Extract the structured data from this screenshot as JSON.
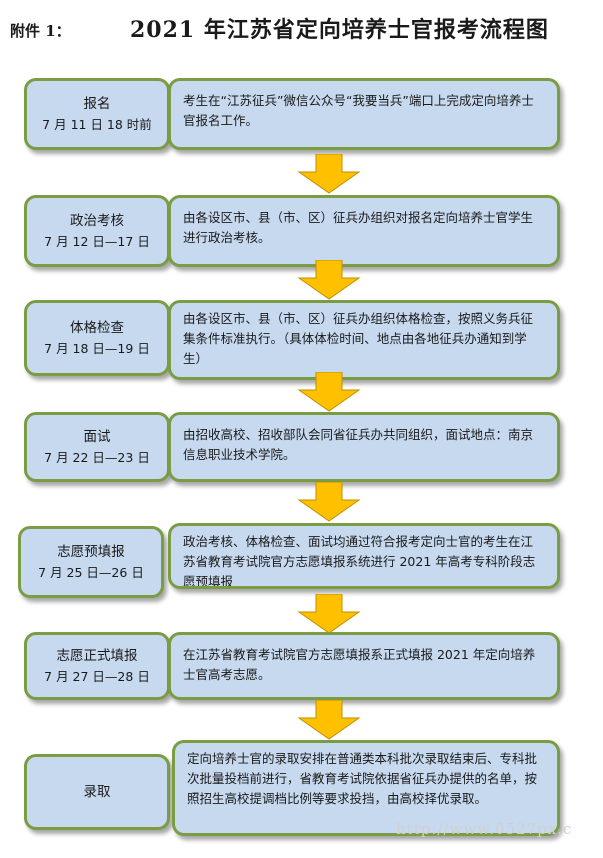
{
  "header": {
    "annex": "附件 1：",
    "title": "2021 年江苏省定向培养士官报考流程图"
  },
  "steps": [
    {
      "name": "报名",
      "date": "7 月 11 日 18 时前",
      "desc": "考生在“江苏征兵”微信公众号“我要当兵”端口上完成定向培养士官报名工作。"
    },
    {
      "name": "政治考核",
      "date": "7 月 12 日—17 日",
      "desc": "由各设区市、县（市、区）征兵办组织对报名定向培养士官学生进行政治考核。"
    },
    {
      "name": "体格检查",
      "date": "7 月 18 日—19 日",
      "desc": "由各设区市、县（市、区）征兵办组织体格检查，按照义务兵征集条件标准执行。（具体体检时间、地点由各地征兵办通知到学生）"
    },
    {
      "name": "面试",
      "date": "7 月 22 日—23 日",
      "desc": "由招收高校、招收部队会同省征兵办共同组织，面试地点：南京信息职业技术学院。"
    },
    {
      "name": "志愿预填报",
      "date": "7 月 25 日—26 日",
      "desc": "政治考核、体格检查、面试均通过符合报考定向士官的考生在江苏省教育考试院官方志愿填报系统进行 2021 年高考专科阶段志愿预填报"
    },
    {
      "name": "志愿正式填报",
      "date": "7 月 27 日—28 日",
      "desc": "在江苏省教育考试院官方志愿填报系正式填报 2021 年定向培养士官高考志愿。"
    },
    {
      "name": "录取",
      "date": "",
      "desc": "定向培养士官的录取安排在普通类本科批次录取结束后、专科批次批量投档前进行，省教育考试院依据省征兵办提供的名单，按照招生高校提调档比例等要求投挡，由高校择优录取。"
    }
  ],
  "watermark": "http://www.0527px.c",
  "colors": {
    "box_fill": "#c7d9ef",
    "box_border": "#7a9c43",
    "arrow_fill": "#ffc000",
    "arrow_stroke": "#bf8f00"
  }
}
